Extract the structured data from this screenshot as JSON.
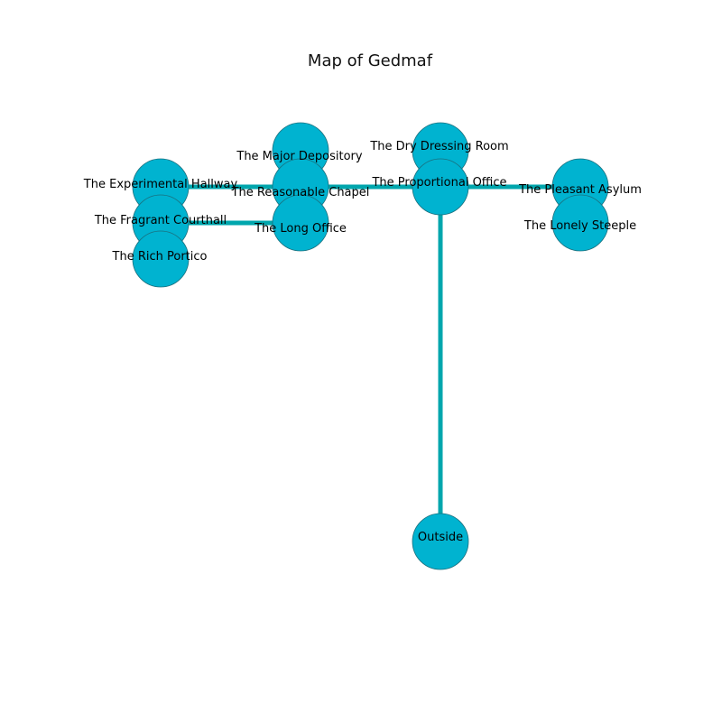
{
  "title": "Map of Gedmaf",
  "colors": {
    "node_fill": "#00b3d0",
    "edge": "#00a6ad",
    "background": "#ffffff"
  },
  "rooms": [
    {
      "id": "experimental_hallway",
      "label": "The Experimental Hallway"
    },
    {
      "id": "fragrant_courthall",
      "label": "The Fragrant Courthall"
    },
    {
      "id": "rich_portico",
      "label": "The Rich Portico"
    },
    {
      "id": "major_depository",
      "label": "The Major Depository"
    },
    {
      "id": "reasonable_chapel",
      "label": "The Reasonable Chapel"
    },
    {
      "id": "long_office",
      "label": "The Long Office"
    },
    {
      "id": "dry_dressing_room",
      "label": "The Dry Dressing Room"
    },
    {
      "id": "proportional_office",
      "label": "The Proportional Office"
    },
    {
      "id": "pleasant_asylum",
      "label": "The Pleasant Asylum"
    },
    {
      "id": "lonely_steeple",
      "label": "The Lonely Steeple"
    },
    {
      "id": "outside",
      "label": "Outside"
    }
  ],
  "connections": [
    {
      "from": "experimental_hallway",
      "to": "reasonable_chapel"
    },
    {
      "from": "fragrant_courthall",
      "to": "long_office"
    },
    {
      "from": "reasonable_chapel",
      "to": "proportional_office"
    },
    {
      "from": "proportional_office",
      "to": "pleasant_asylum"
    },
    {
      "from": "proportional_office",
      "to": "outside"
    }
  ]
}
